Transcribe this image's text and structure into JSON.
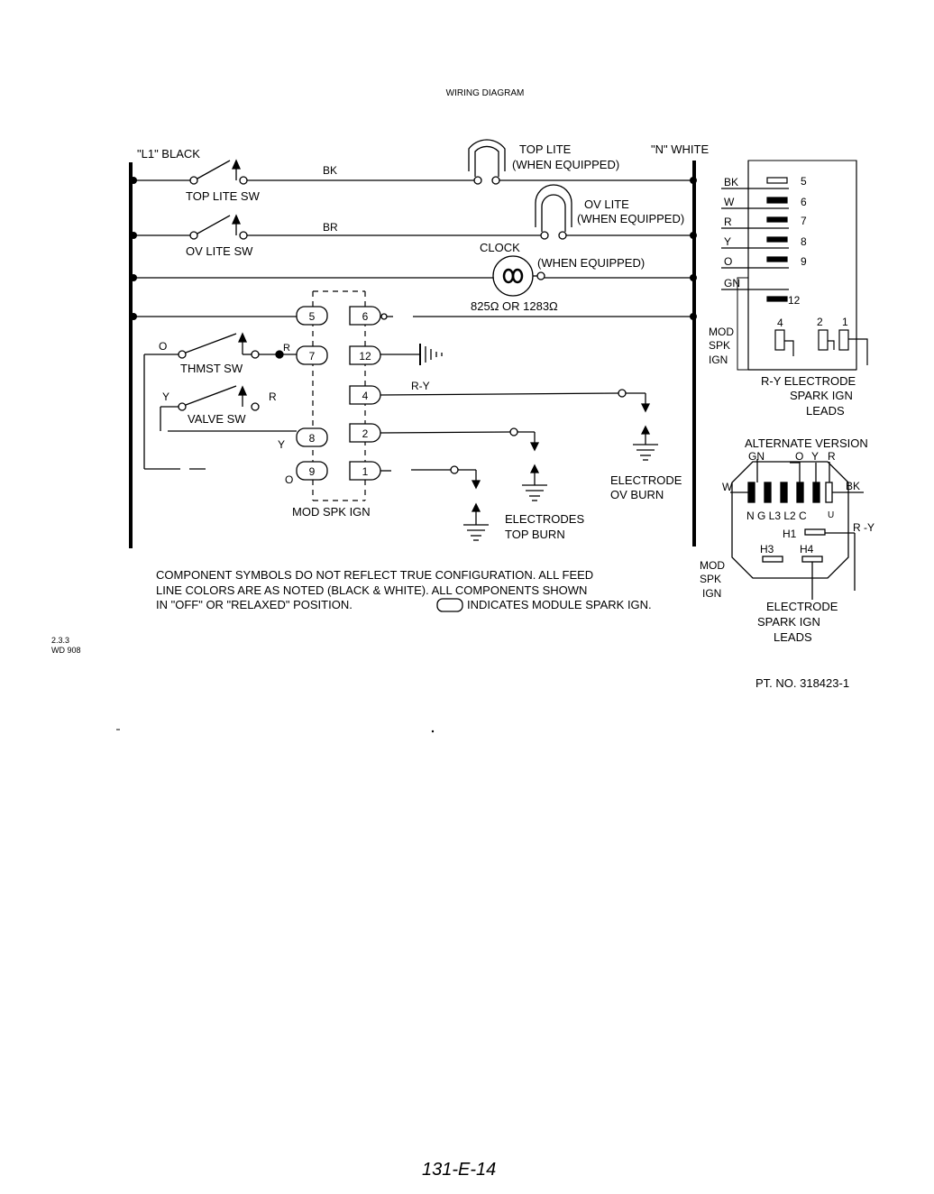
{
  "title": "WIRING DIAGRAM",
  "lines": {
    "l1": "\"L1\" BLACK",
    "n": "\"N\" WHITE"
  },
  "switches": {
    "top_lite": "TOP LITE SW",
    "ov_lite": "OV LITE SW",
    "thmst": "THMST SW",
    "valve": "VALVE SW"
  },
  "wires": {
    "bk": "BK",
    "br": "BR",
    "o": "O",
    "r": "R",
    "y": "Y",
    "ry": "R-Y"
  },
  "lamps": {
    "top_lite": "TOP LITE",
    "top_lite_note": "(WHEN EQUIPPED)",
    "ov_lite": "OV LITE",
    "ov_lite_note": "(WHEN EQUIPPED)"
  },
  "clock": {
    "label": "CLOCK",
    "note": "(WHEN EQUIPPED)",
    "resistance": "825Ω OR 1283Ω"
  },
  "module": {
    "terminals_left": [
      "5",
      "7",
      "8",
      "9"
    ],
    "terminals_right": [
      "6",
      "12",
      "4",
      "2",
      "1"
    ],
    "label": "MOD SPK IGN"
  },
  "electrodes": {
    "ov_burn": "ELECTRODE",
    "ov_burn_2": "OV BURN",
    "top_burn": "ELECTRODES",
    "top_burn_2": "TOP BURN"
  },
  "note": [
    "COMPONENT SYMBOLS DO NOT REFLECT TRUE CONFIGURATION.  ALL FEED",
    "LINE COLORS ARE AS NOTED (BLACK & WHITE).  ALL COMPONENTS SHOWN",
    "IN \"OFF\" OR \"RELAXED\" POSITION."
  ],
  "note_indicates": "INDICATES MODULE SPARK IGN.",
  "connector": {
    "wires": [
      "BK",
      "W",
      "R",
      "Y",
      "O",
      "GN"
    ],
    "pins": [
      "5",
      "6",
      "7",
      "8",
      "9",
      "12"
    ],
    "bottom_pins": [
      "4",
      "2",
      "1"
    ],
    "side_label": [
      "MOD",
      "SPK",
      "IGN"
    ],
    "leads_label": [
      "R-Y ELECTRODE",
      "SPARK IGN",
      "LEADS"
    ]
  },
  "alternate": {
    "title": "ALTERNATE VERSION",
    "top_labels": [
      "GN",
      "O",
      "Y",
      "R"
    ],
    "w": "W",
    "bk": "BK",
    "pins_row": "N G L3 L2 C",
    "pin_u": "U",
    "ry": "R -Y",
    "h1": "H1",
    "h3": "H3",
    "h4": "H4",
    "side_label": [
      "MOD",
      "SPK",
      "IGN"
    ],
    "leads_label": [
      "ELECTRODE",
      "SPARK IGN",
      "LEADS"
    ]
  },
  "footer": {
    "code1": "2.3.3",
    "code2": "WD 908",
    "part_no": "PT. NO. 318423-1",
    "handwritten": "131-E-14"
  }
}
